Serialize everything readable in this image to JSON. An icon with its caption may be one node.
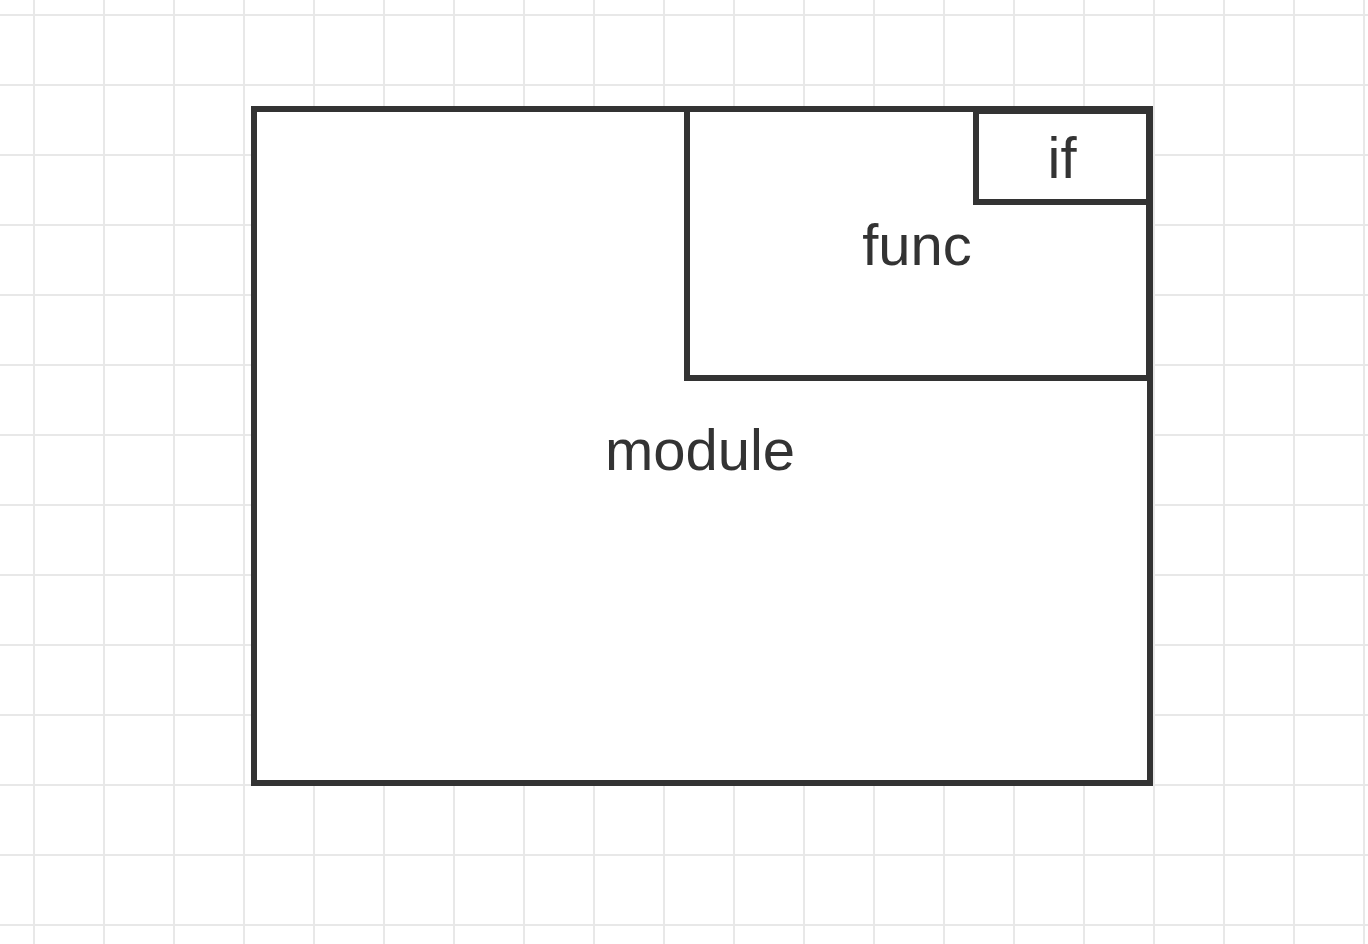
{
  "diagram": {
    "nodes": [
      {
        "text": [
          "module"
        ]
      },
      {
        "text": [
          "func"
        ],
        "in": 0
      },
      {
        "text": [
          "if"
        ],
        "in": 1
      }
    ]
  }
}
